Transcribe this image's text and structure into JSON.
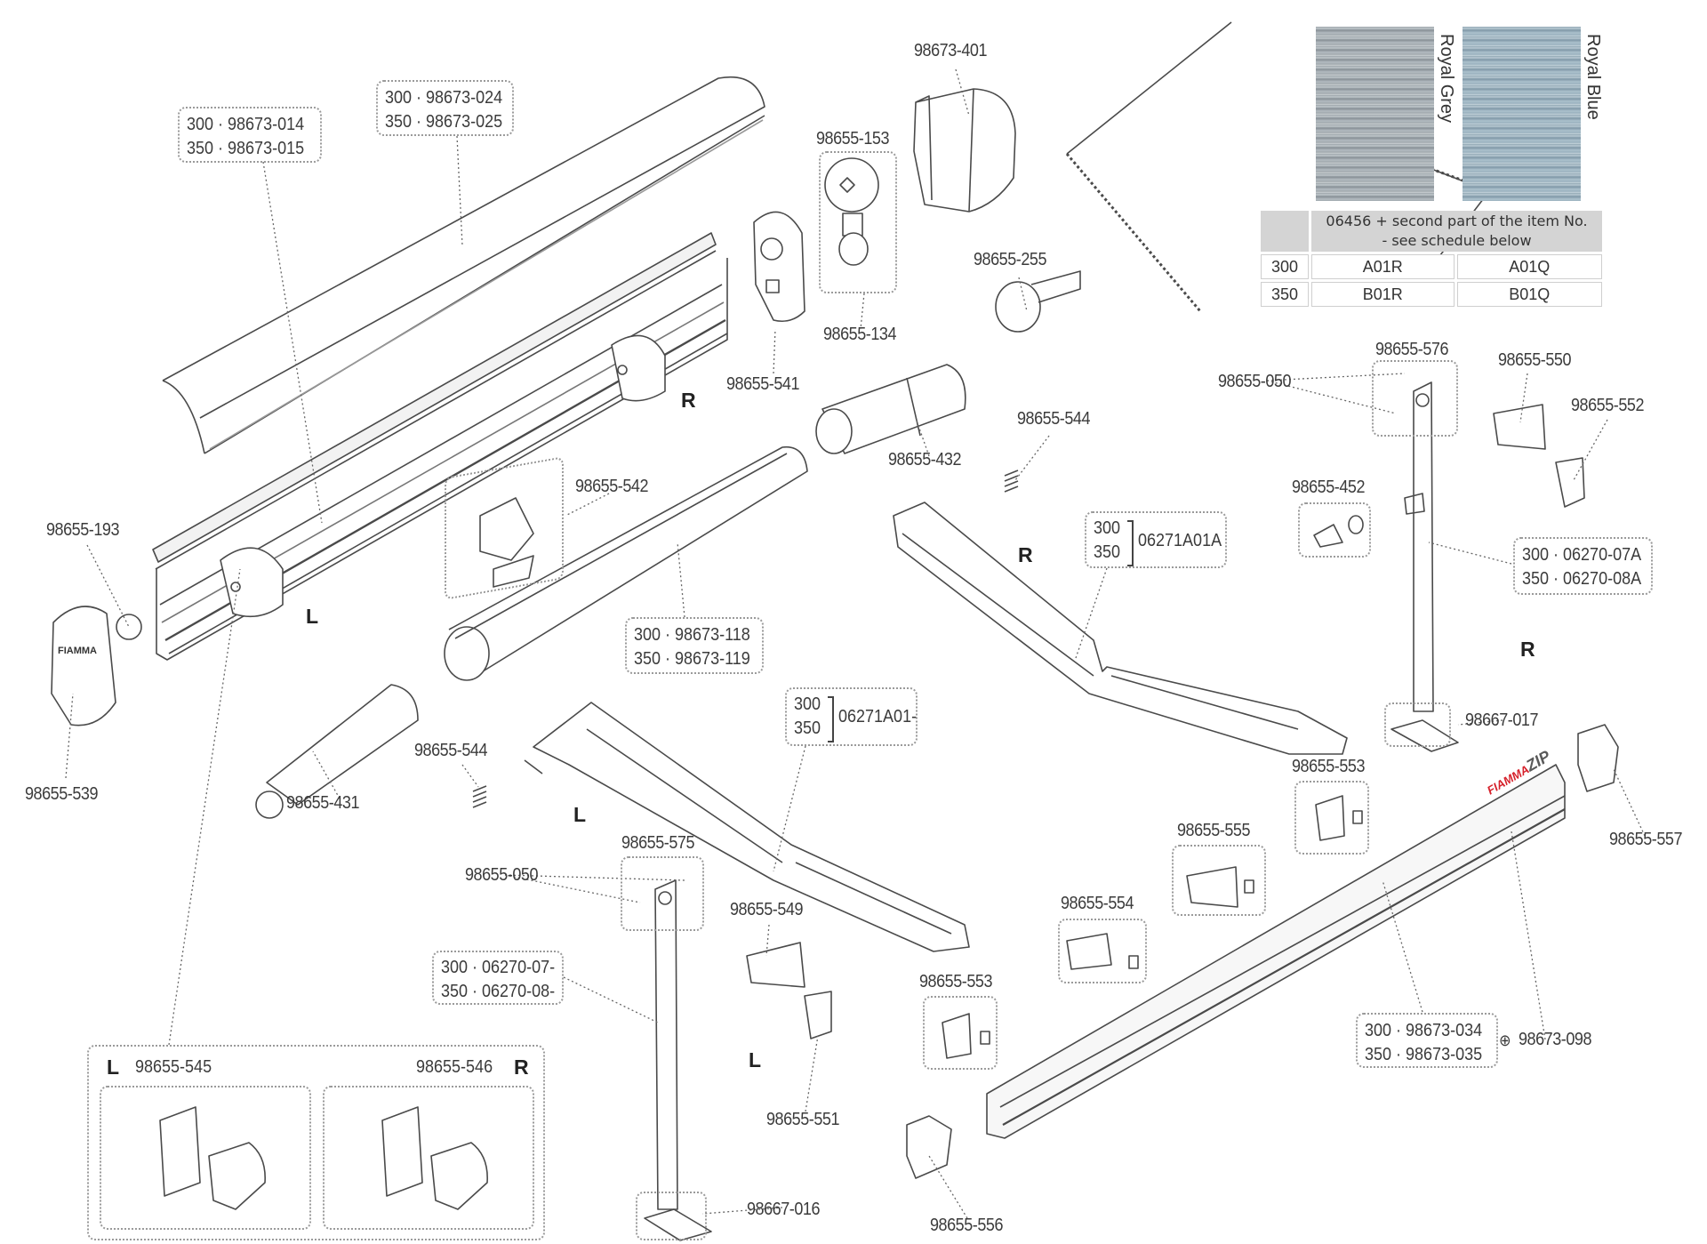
{
  "title": "Fiamma F45 ZIP awning exploded parts diagram",
  "part_labels": {
    "lead_rail_cover": [
      "300 · 98673-014",
      "350 · 98673-015"
    ],
    "front_cover": [
      "300 · 98673-024",
      "350 · 98673-025"
    ],
    "p98673_401": "98673-401",
    "p98655_153": "98655-153",
    "p98655_134": "98655-134",
    "p98655_541": "98655-541",
    "p98655_255": "98655-255",
    "p98655_432": "98655-432",
    "p98655_544_top": "98655-544",
    "p98655_542": "98655-542",
    "p98655_193": "98655-193",
    "p98655_539": "98655-539",
    "roller_tube": [
      "300 · 98673-118",
      "350 · 98673-119"
    ],
    "p98655_431": "98655-431",
    "p98655_544_bottom": "98655-544",
    "arm_left": {
      "sizes": [
        "300",
        "350"
      ],
      "code": "06271A01-"
    },
    "arm_right": {
      "sizes": [
        "300",
        "350"
      ],
      "code": "06271A01A"
    },
    "p98655_576": "98655-576",
    "p98655_050_right": "98655-050",
    "p98655_550": "98655-550",
    "p98655_552": "98655-552",
    "p98655_452": "98655-452",
    "leg_right": [
      "300 · 06270-07A",
      "350 · 06270-08A"
    ],
    "p98667_017": "98667-017",
    "p98655_553_top": "98655-553",
    "p98655_557": "98655-557",
    "p98655_555": "98655-555",
    "p98655_554": "98655-554",
    "p98655_553_bottom": "98655-553",
    "lead_bar": [
      "300 · 98673-034",
      "350 · 98673-035"
    ],
    "p98673_098": "98673-098",
    "p98655_556": "98655-556",
    "p98655_575": "98655-575",
    "p98655_050_left": "98655-050",
    "p98655_549": "98655-549",
    "leg_left": [
      "300 · 06270-07-",
      "350 · 06270-08-"
    ],
    "p98655_551": "98655-551",
    "p98667_016": "98667-016",
    "kit_left": "98655-545",
    "kit_right": "98655-546"
  },
  "side_markers": {
    "L": "L",
    "R": "R"
  },
  "brand": {
    "logo_text": "FIAMMA",
    "product_text": "ZIP",
    "logo_color": "#d6202a",
    "product_color": "#5a5a5a"
  },
  "fabric": {
    "swatches": [
      {
        "name": "Royal Grey",
        "color": "#a7afb4"
      },
      {
        "name": "Royal Blue",
        "color": "#9fb5c1"
      }
    ],
    "schedule": {
      "header_line1": "06456 + second part of the item No.",
      "header_line2": "- see schedule below",
      "rows": [
        {
          "size": "300",
          "grey": "A01R",
          "blue": "A01Q"
        },
        {
          "size": "350",
          "grey": "B01R",
          "blue": "B01Q"
        }
      ]
    }
  }
}
